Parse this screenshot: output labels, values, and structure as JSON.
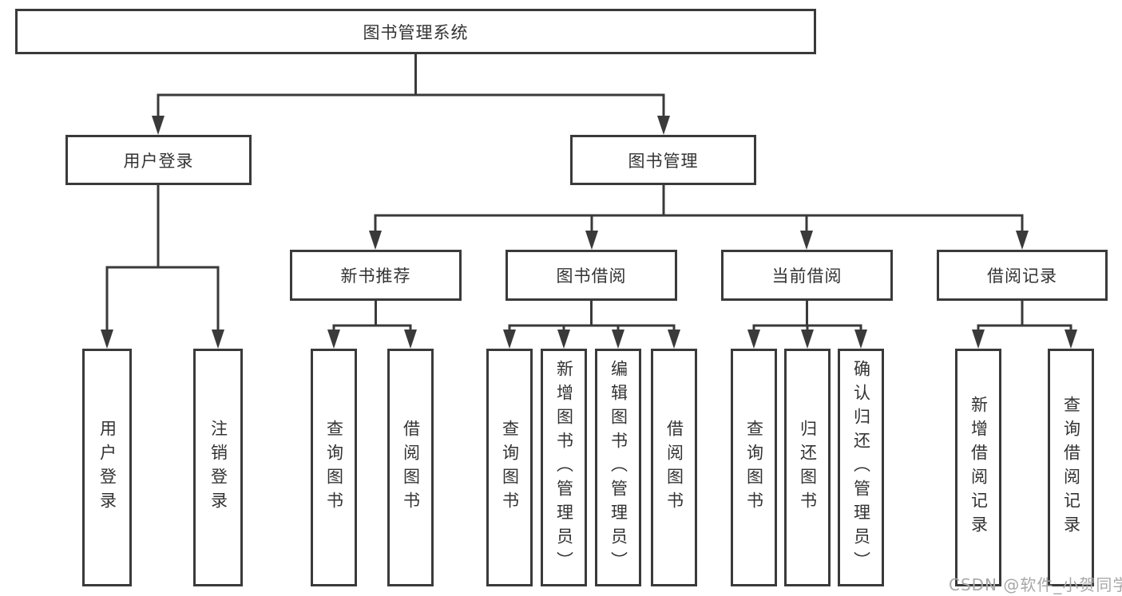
{
  "colors": {
    "line": "#3a3a3a",
    "text": "#333333",
    "watermark": "#a8a8a8"
  },
  "diagram": {
    "root": "图书管理系统",
    "branches": {
      "user_login": {
        "label": "用户登录",
        "children": [
          "用户登录",
          "注销登录"
        ]
      },
      "book_mgmt": {
        "label": "图书管理",
        "children": {
          "new_books": {
            "label": "新书推荐",
            "children": [
              "查询图书",
              "借阅图书"
            ]
          },
          "borrow": {
            "label": "图书借阅",
            "children": [
              "查询图书",
              "新增图书（管理员）",
              "编辑图书（管理员）",
              "借阅图书"
            ]
          },
          "current": {
            "label": "当前借阅",
            "children": [
              "查询图书",
              "归还图书",
              "确认归还（管理员）"
            ]
          },
          "records": {
            "label": "借阅记录",
            "children": [
              "新增借阅记录",
              "查询借阅记录"
            ]
          }
        }
      }
    }
  },
  "watermark": "CSDN @软件_小贺同学"
}
